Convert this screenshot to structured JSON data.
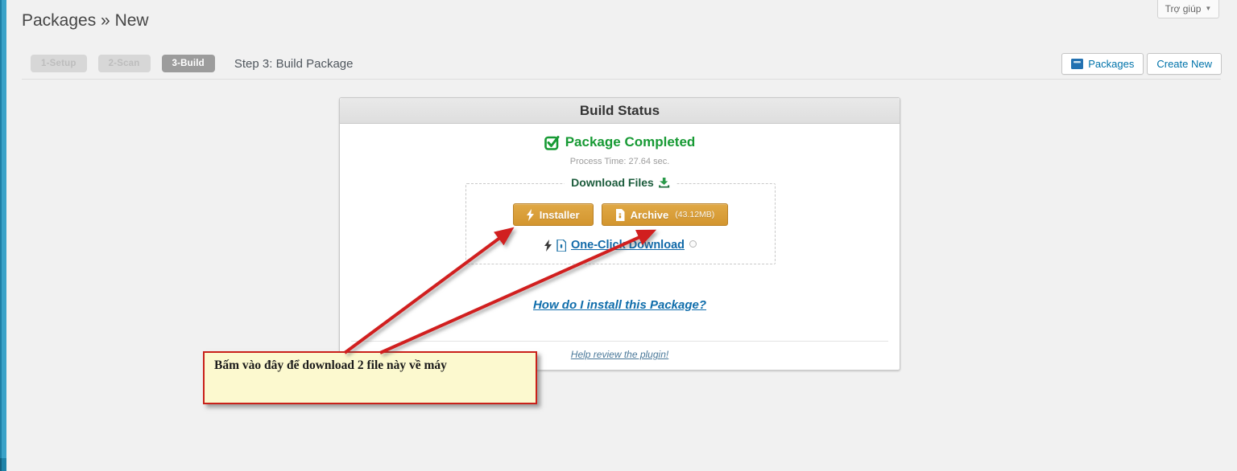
{
  "page": {
    "title": "Packages » New"
  },
  "admin_bar": {
    "help_label": "Trợ giúp",
    "help_caret": "▼"
  },
  "steps": {
    "items": [
      {
        "label": "1-Setup"
      },
      {
        "label": "2-Scan"
      },
      {
        "label": "3-Build"
      }
    ],
    "step_text": "Step 3: Build Package"
  },
  "toolbar": {
    "packages_label": "Packages",
    "create_new_label": "Create New"
  },
  "panel": {
    "title": "Build Status",
    "status": {
      "completed_label": "Package Completed",
      "process_time": "Process Time: 27.64 sec."
    },
    "download": {
      "legend": "Download Files",
      "installer_label": "Installer",
      "archive_label": "Archive",
      "archive_size": "(43.12MB)",
      "one_click_label": "One-Click Download"
    },
    "install_help_link": "How do I install this Package?",
    "review_link": "Help review the plugin!"
  },
  "callout": {
    "text": "Bấm vào đây để download 2 file này về máy"
  },
  "colors": {
    "accent_blue": "#0073aa",
    "link_blue": "#0f6dab",
    "success_green": "#179a34",
    "dark_green": "#1c5c3c",
    "gold_button": "#d89a38",
    "arrow_red": "#d11f1f",
    "callout_yellow": "#fcf9cf",
    "callout_border_red": "#c9211a"
  }
}
